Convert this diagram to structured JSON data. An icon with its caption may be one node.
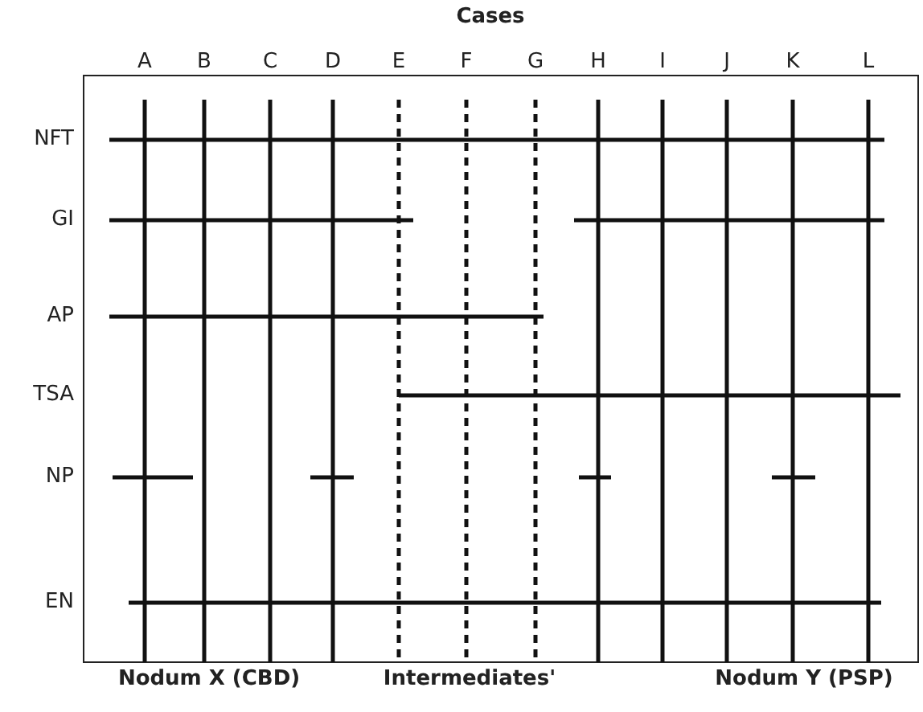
{
  "diagram": {
    "title": "Cases",
    "labels": [
      "A",
      "B",
      "C",
      "D",
      "E",
      "F",
      "G",
      "H",
      "I",
      "J",
      "K",
      "L",
      "NFT",
      "GI",
      "AP",
      "TSA",
      "NP",
      "EN",
      "Nodum X (CBD)",
      "Intermediates'",
      "Nodum Y (PSP)"
    ]
  }
}
